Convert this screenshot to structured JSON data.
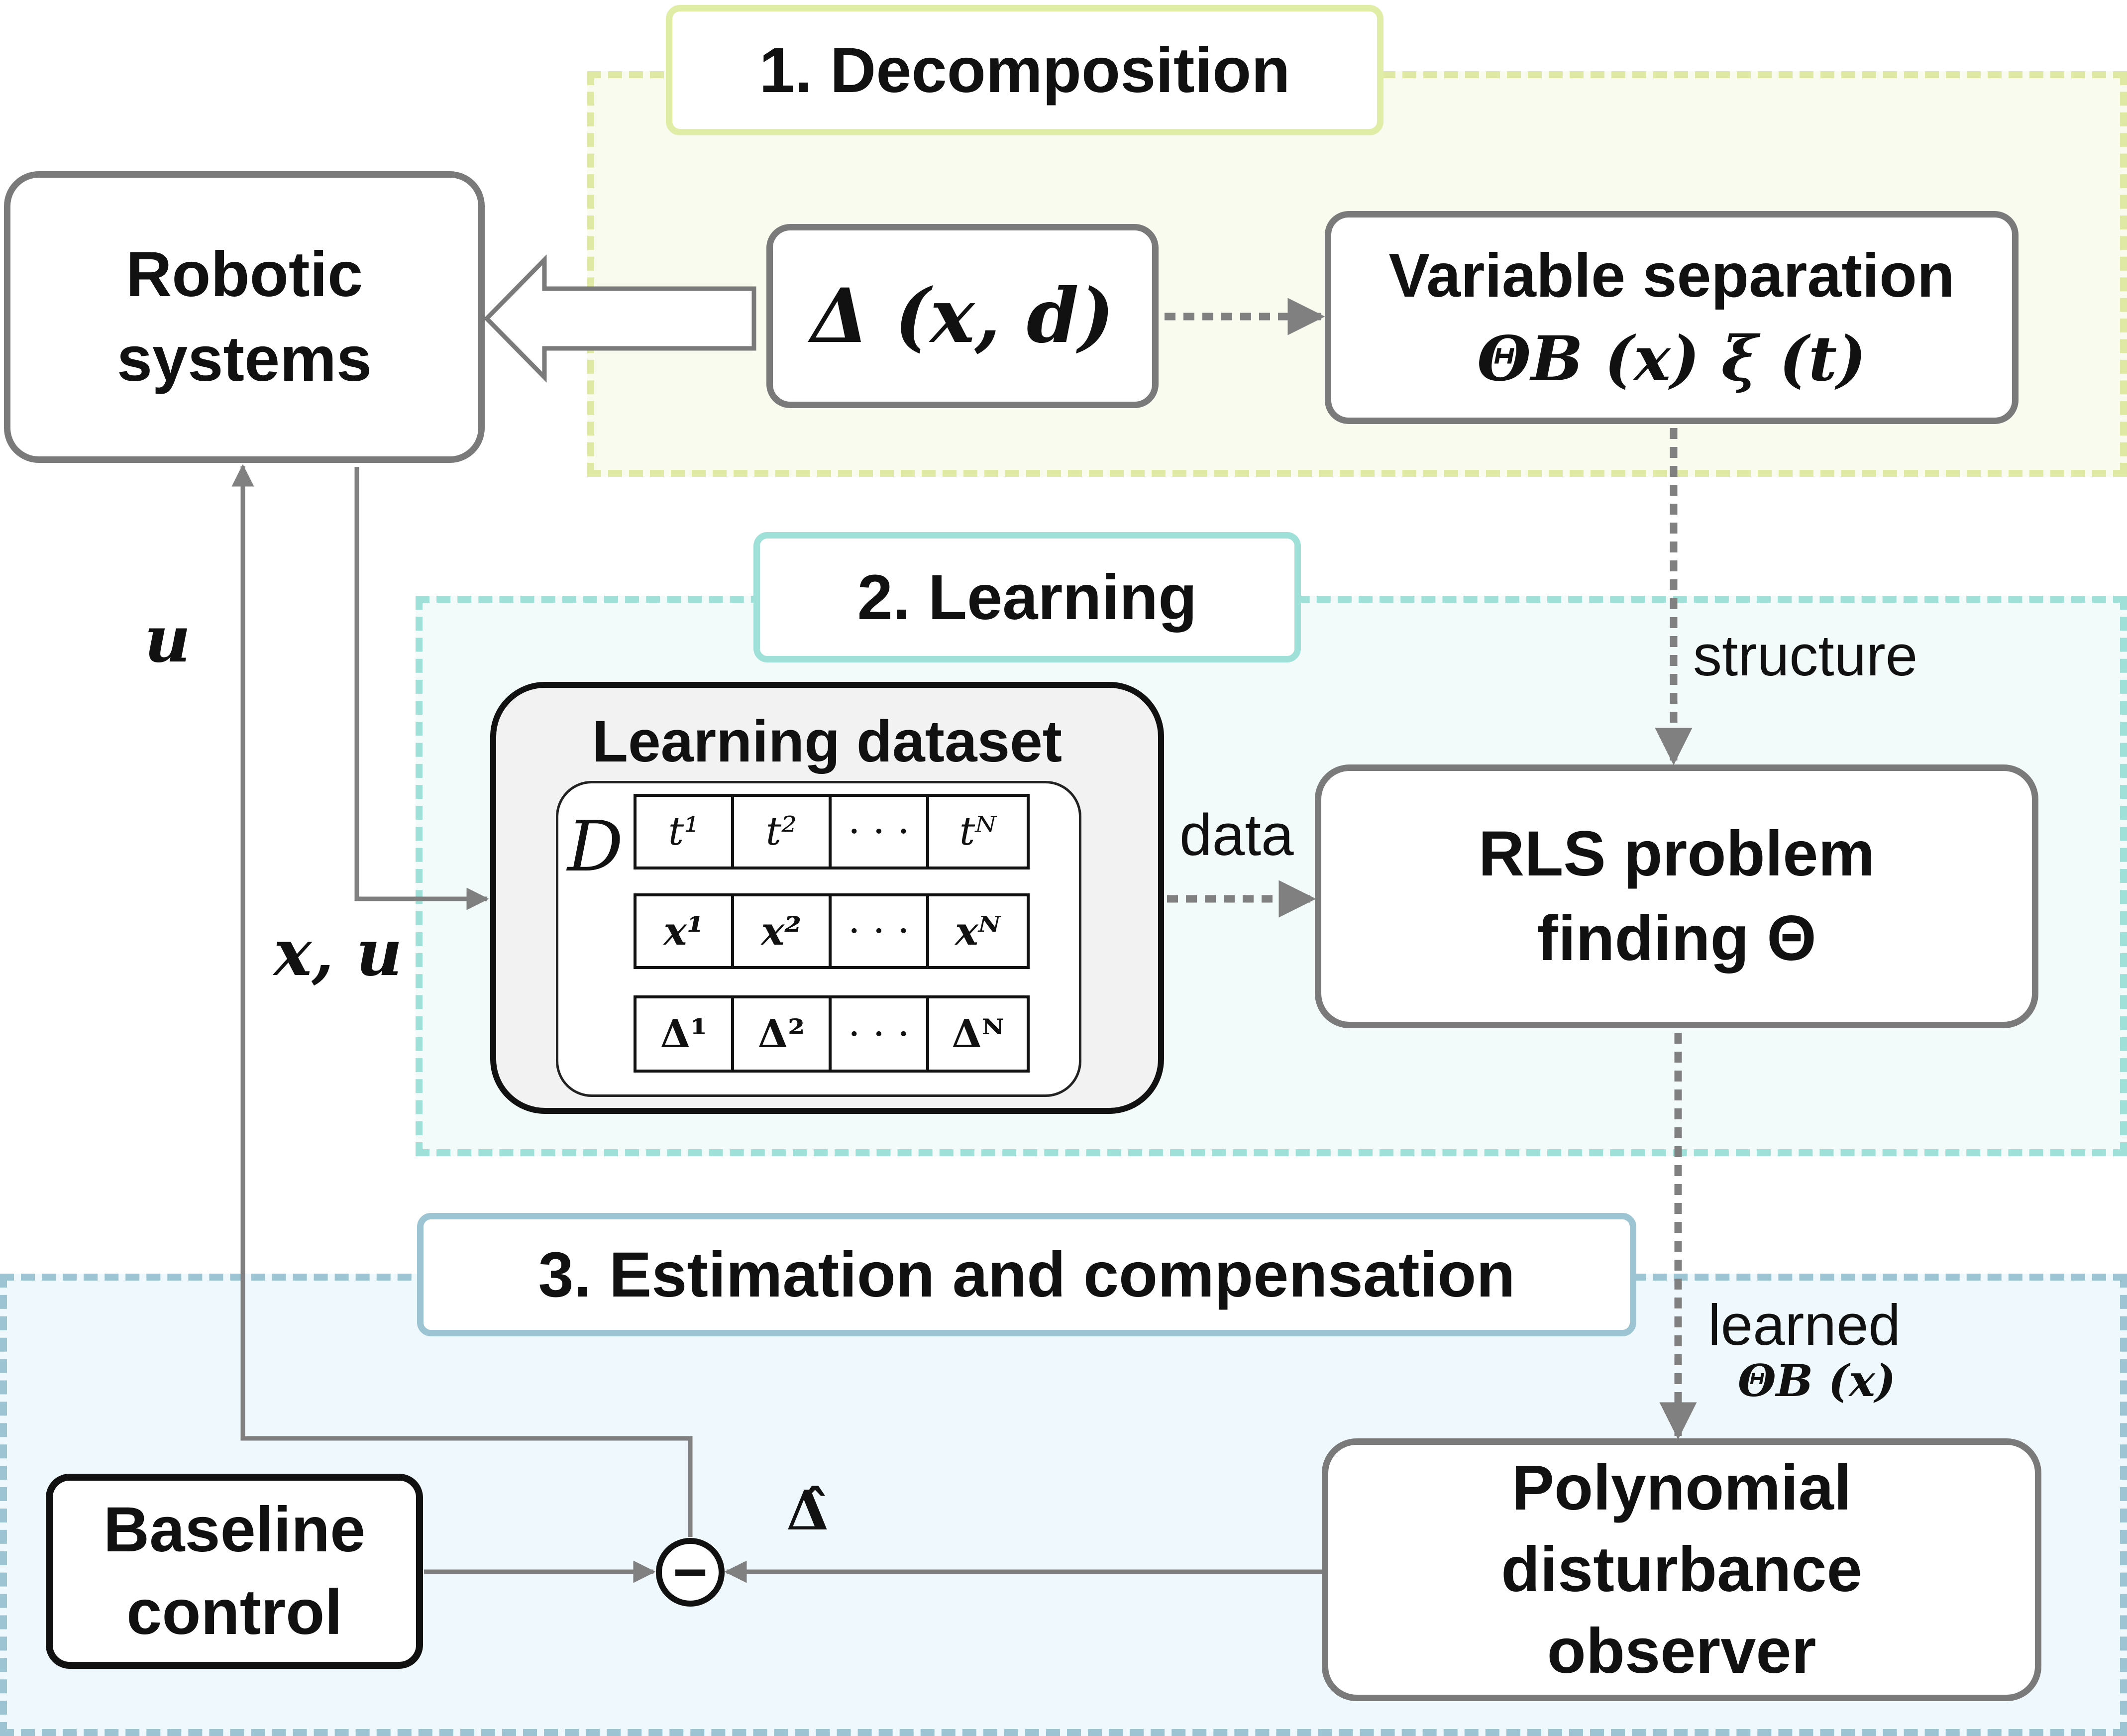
{
  "stages": {
    "decomposition": "1. Decomposition",
    "learning": "2. Learning",
    "estimation": "3. Estimation and compensation"
  },
  "boxes": {
    "robotic_systems": [
      "Robotic",
      "systems"
    ],
    "disturbance": "Δ (x, d)",
    "variable_separation": {
      "title": "Variable separation",
      "expr": "ΘB (x) ξ (t)"
    },
    "rls": [
      "RLS problem",
      "finding Θ"
    ],
    "observer": [
      "Polynomial",
      "disturbance",
      "observer"
    ],
    "baseline": [
      "Baseline",
      "control"
    ]
  },
  "dataset": {
    "title": "Learning dataset",
    "symbol": "D",
    "rows": [
      [
        "t¹",
        "t²",
        "· · ·",
        "tᴺ"
      ],
      [
        "x¹",
        "x²",
        "· · ·",
        "xᴺ"
      ],
      [
        "Δ¹",
        "Δ²",
        "· · ·",
        "Δᴺ"
      ]
    ]
  },
  "labels": {
    "data": "data",
    "structure": "structure",
    "learned": "learned",
    "learned_expr": "ΘB (x)",
    "u": "u",
    "x_u": "x, u",
    "delta_hat": "Δ̂",
    "minus": "−"
  },
  "colors": {
    "stage1": "#dfe9a3",
    "stage2": "#9fe0d8",
    "stage3": "#9cc4d3",
    "box_border": "#7a7a7a",
    "arrow": "#808080"
  }
}
